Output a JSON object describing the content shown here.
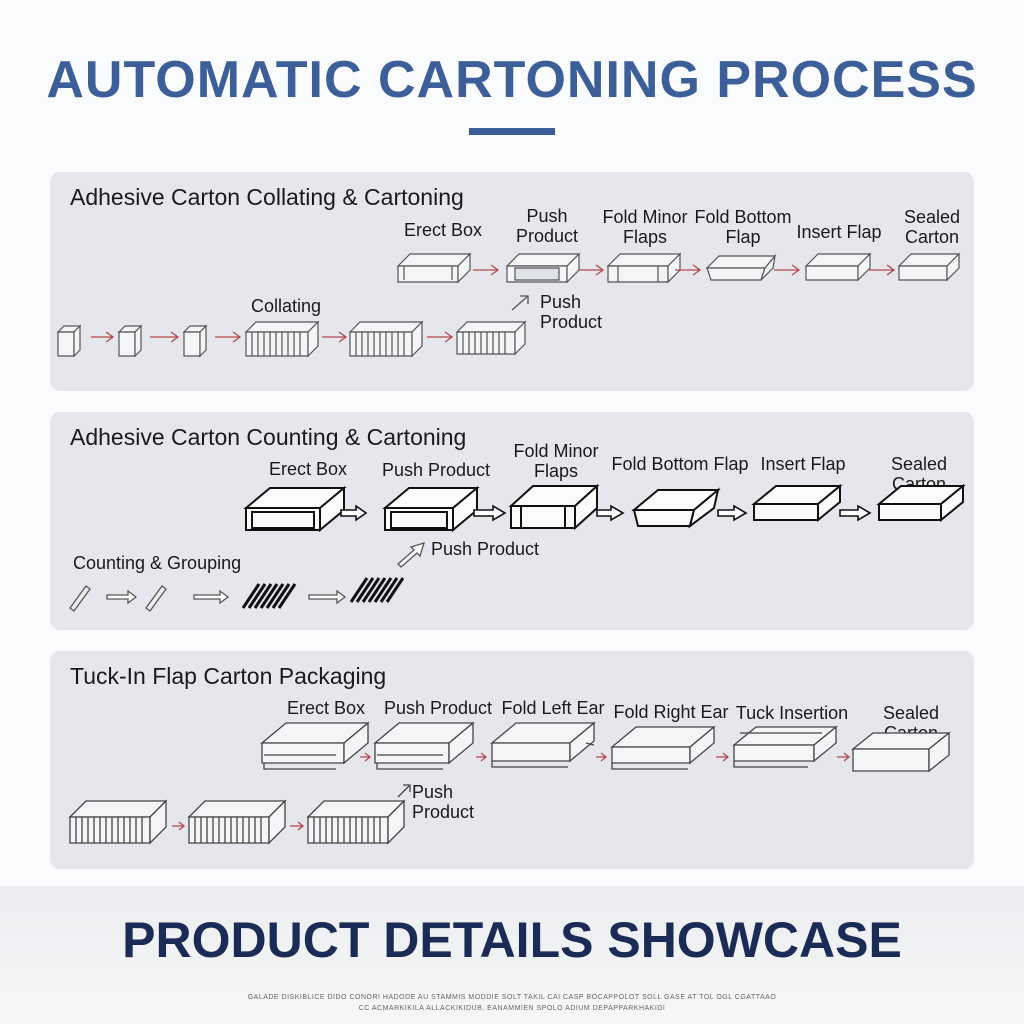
{
  "title": "AUTOMATIC CARTONING PROCESS",
  "panels": [
    {
      "title": "Adhesive Carton Collating & Cartoning",
      "stages": [
        "Erect Box",
        "Push\nProduct",
        "Fold Minor\nFlaps",
        "Fold Bottom\nFlap",
        "Insert Flap",
        "Sealed\nCarton"
      ],
      "feed_label": "Collating",
      "push_label": "Push\nProduct"
    },
    {
      "title": "Adhesive Carton Counting & Cartoning",
      "stages": [
        "Erect Box",
        "Push Product",
        "Fold Minor\nFlaps",
        "Fold Bottom Flap",
        "Insert Flap",
        "Sealed Carton"
      ],
      "feed_label": "Counting & Grouping",
      "push_label": "Push Product"
    },
    {
      "title": "Tuck-In Flap Carton Packaging",
      "stages": [
        "Erect Box",
        "Push Product",
        "Fold Left Ear",
        "Fold Right Ear",
        "Tuck Insertion",
        "Sealed Carton"
      ],
      "push_label": "Push\nProduct"
    }
  ],
  "footer": {
    "title": "PRODUCT DETAILS SHOWCASE",
    "fine_print_1": "GALADE DISKIBLICE DIDO CONORI HADODE AU STAMMIS MODDIE SOLT TAKIL CAI CASP BOCAPPOLOT SOLL GASE AT TOL OGL CGATTAAO",
    "fine_print_2": "CC ACMARKIKILA ALLACKIKIDUB, EANAMMIEN SPOLO ADIUM DEPAPPARKHAKIDI"
  },
  "colors": {
    "title": "#3c5f99",
    "panel": "#e5e7ec",
    "arrow": "#b5484b",
    "footer_title": "#1a2b55"
  }
}
